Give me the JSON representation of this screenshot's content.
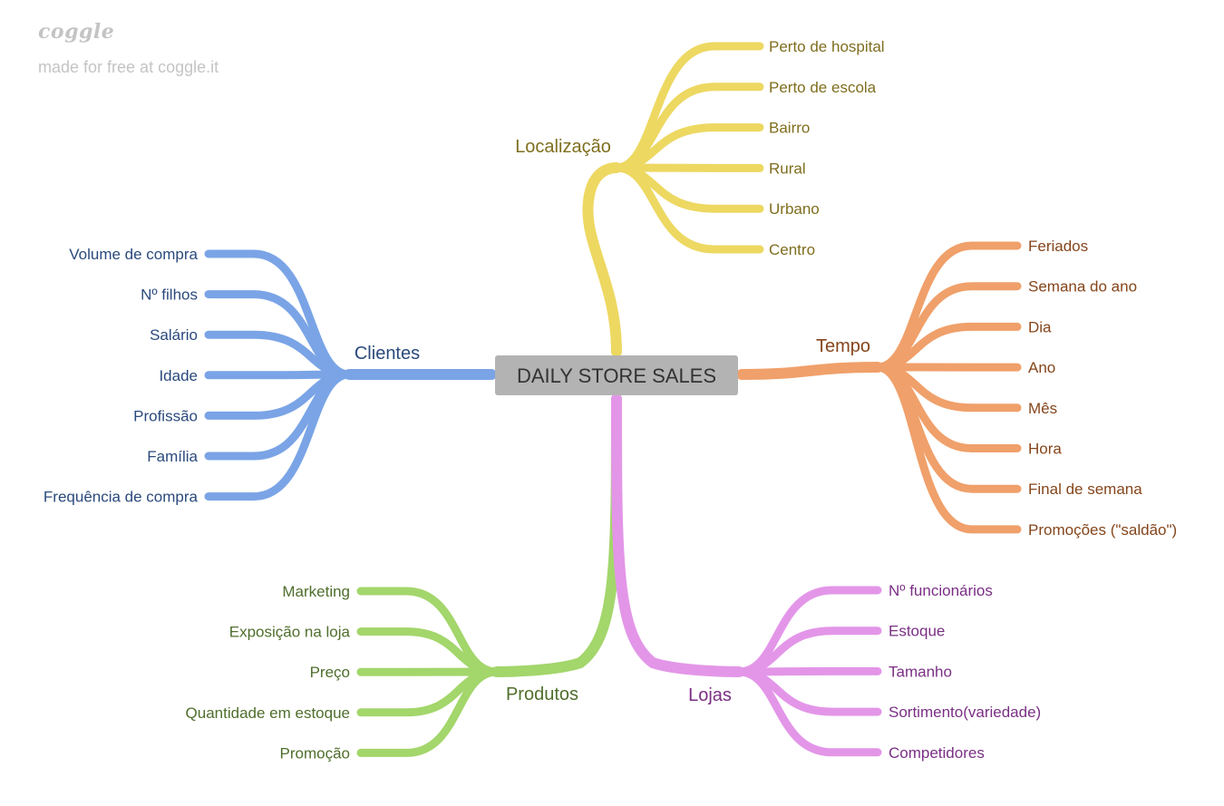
{
  "watermark": {
    "logo": "coggle",
    "text": "made for free at coggle.it"
  },
  "center": {
    "label": "DAILY STORE SALES",
    "fill": "#b3b3b3",
    "text_color": "#333333"
  },
  "branches": [
    {
      "id": "localizacao",
      "label": "Localização",
      "color": "#edd861",
      "text_color": "#7f6e1e",
      "children": [
        "Perto de hospital",
        "Perto de escola",
        "Bairro",
        "Rural",
        "Urbano",
        "Centro"
      ]
    },
    {
      "id": "clientes",
      "label": "Clientes",
      "color": "#7aa4e6",
      "text_color": "#2a4a7c",
      "children": [
        "Volume de compra",
        "Nº filhos",
        "Salário",
        "Idade",
        "Profissão",
        "Família",
        "Frequência de compra"
      ]
    },
    {
      "id": "tempo",
      "label": "Tempo",
      "color": "#f0a06a",
      "text_color": "#85451b",
      "children": [
        "Feriados",
        "Semana do ano",
        "Dia",
        "Ano",
        "Mês",
        "Hora",
        "Final de semana",
        "Promoções (\"saldão\")"
      ]
    },
    {
      "id": "produtos",
      "label": "Produtos",
      "color": "#a3d66b",
      "text_color": "#4f6e2c",
      "children": [
        "Marketing",
        "Exposição na loja",
        "Preço",
        "Quantidade em estoque",
        "Promoção"
      ]
    },
    {
      "id": "lojas",
      "label": "Lojas",
      "color": "#e396e8",
      "text_color": "#7a2f84",
      "children": [
        "Nº funcionários",
        "Estoque",
        "Tamanho",
        "Sortimento(variedade)",
        "Competidores"
      ]
    }
  ]
}
